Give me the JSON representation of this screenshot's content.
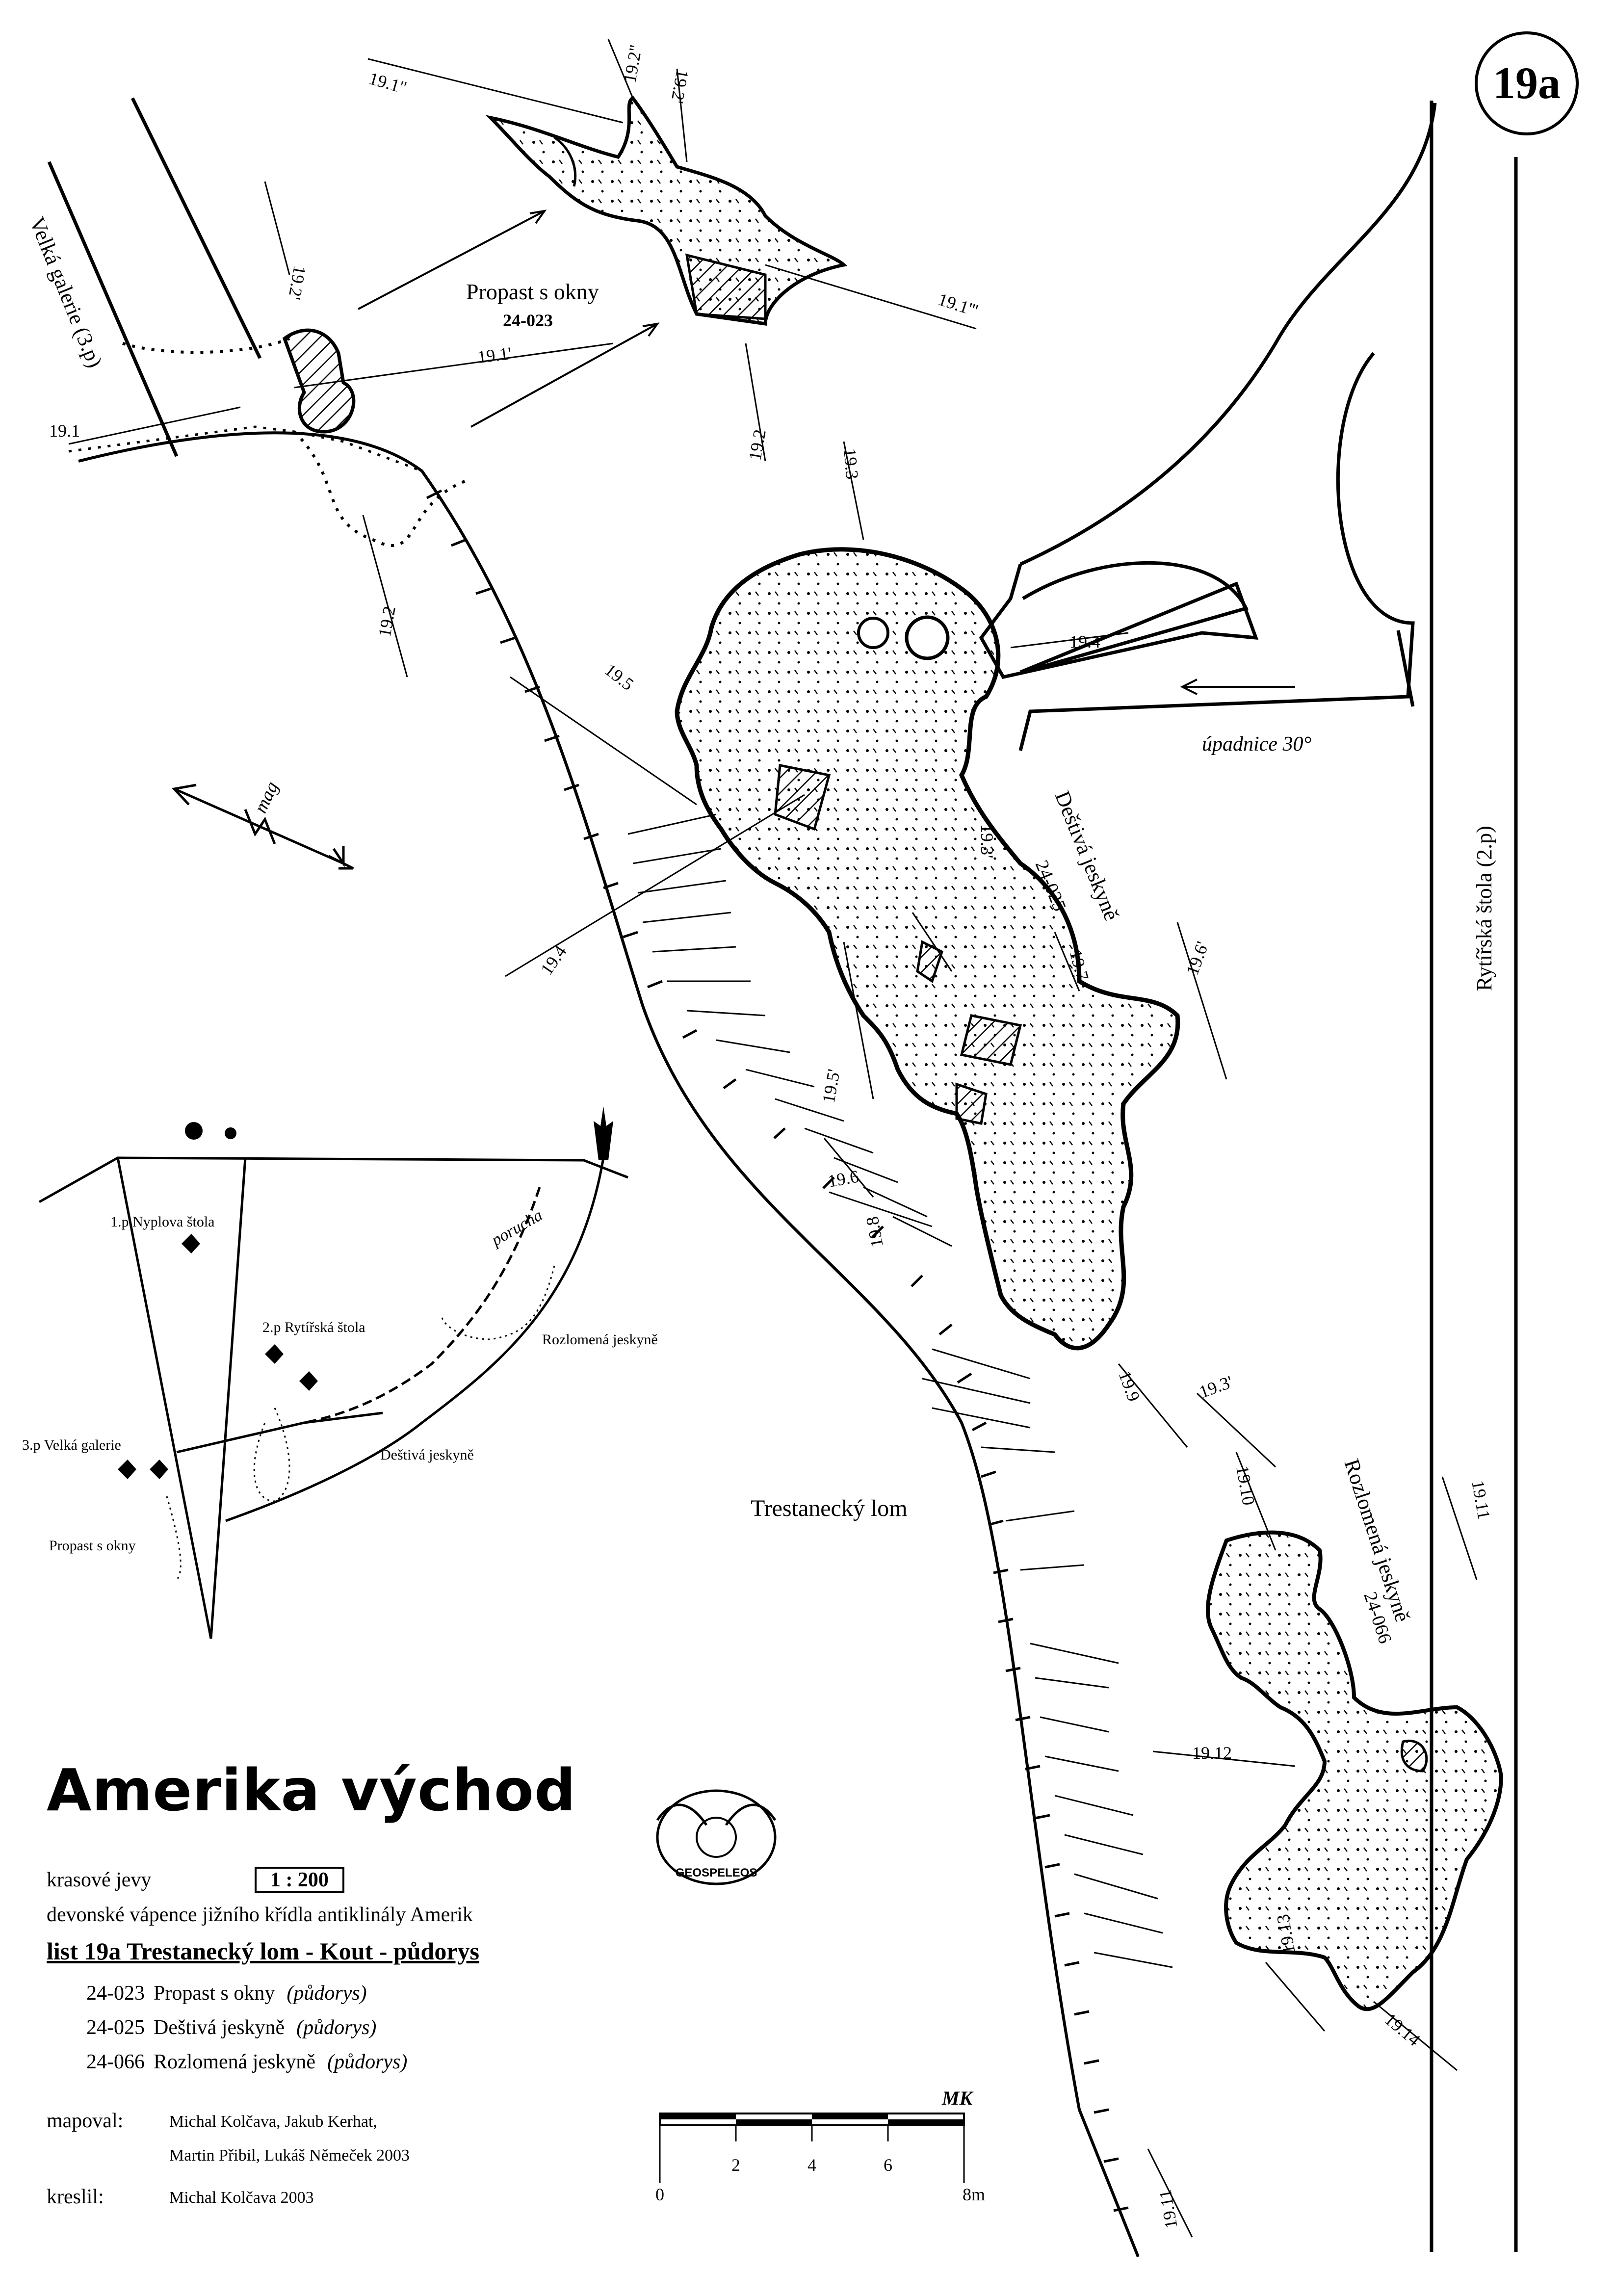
{
  "sheet_badge": "19a",
  "title": "Amerika východ",
  "header": {
    "krasove_label": "krasové jevy",
    "scale": "1 : 200",
    "geology": "devonské vápence jižního křídla antiklinály Amerik",
    "sheet": "list 19a  Trestanecký lom - Kout - půdorys"
  },
  "caves": [
    {
      "code": "24-023",
      "name": "Propast s okny",
      "note": "(půdorys)"
    },
    {
      "code": "24-025",
      "name": "Deštivá jeskyně",
      "note": "(půdorys)"
    },
    {
      "code": "24-066",
      "name": "Rozlomená jeskyně",
      "note": "(půdorys)"
    }
  ],
  "credits": {
    "mapoval_label": "mapoval:",
    "mapoval_line1": "Michal Kolčava, Jakub Kerhat,",
    "mapoval_line2": "Martin Přibil, Lukáš Němeček 2003",
    "kreslil_label": "kreslil:",
    "kreslil": "Michal Kolčava 2003"
  },
  "scalebar": {
    "ticks": [
      "0",
      "2",
      "4",
      "6",
      "8m"
    ],
    "mark": "MK"
  },
  "logo_text": "GEOSPELEOS",
  "map_labels": {
    "velka_galerie": "Velká galerie (3.p)",
    "rytirska_stola": "Rytířská štola (2.p)",
    "propast_name": "Propast s okny",
    "propast_code": "24-023",
    "destiva_name": "Deštivá jeskyně",
    "destiva_code": "24-025",
    "rozlomena_name": "Rozlomená jeskyně",
    "rozlomena_code": "24-066",
    "trestanecky": "Trestanecký lom",
    "upadnice": "úpadnice 30°",
    "mag": "mag"
  },
  "stations": [
    "19.1",
    "19.1'",
    "19.1\"",
    "19.1'''",
    "19.2",
    "19.2'",
    "19.2\"",
    "19.2'",
    "19.2",
    "19.3",
    "19.3'",
    "19.3'",
    "19.4",
    "19.4'",
    "19.5",
    "19.5'",
    "19.6",
    "19.6'",
    "19.7",
    "19.8",
    "19.9",
    "19.10",
    "19.11",
    "19.11",
    "19.12",
    "19.13",
    "19.14"
  ],
  "profile": {
    "level1": "1.p Nyplova štola",
    "level2": "2.p Rytířská štola",
    "level3": "3.p Velká galerie",
    "porucha": "porucha",
    "rozlomena": "Rozlomená jeskyně",
    "destiva": "Deštivá jeskyně",
    "propast": "Propast s okny"
  }
}
